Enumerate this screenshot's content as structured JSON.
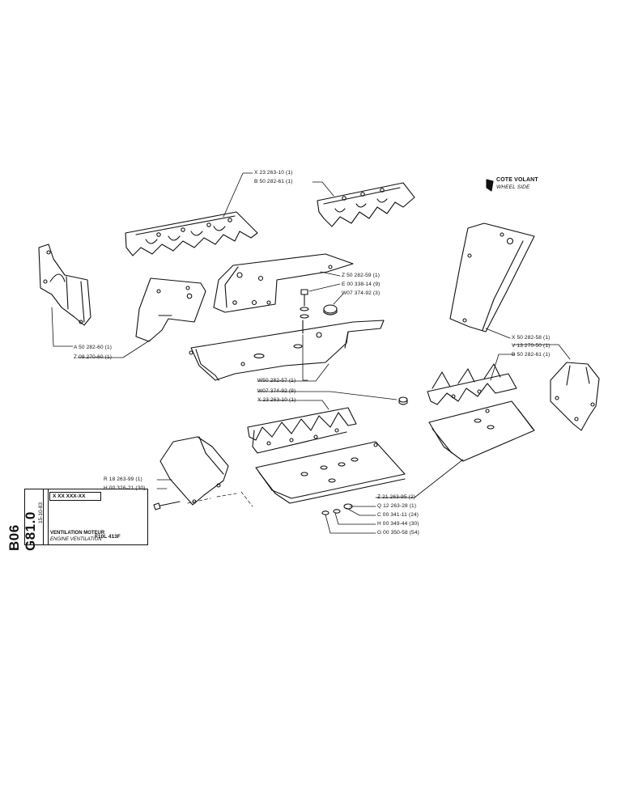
{
  "wheel_side": {
    "fr": "COTE VOLANT",
    "en": "WHEEL SIDE"
  },
  "title_block": {
    "page_code": "B06 G81.0",
    "date": "15-10-83",
    "part_code": "X XX XXX-XX",
    "title_fr": "VENTILATION MOTEUR",
    "title_en": "ENGINE VENTILATION",
    "model": "F10L 413F"
  },
  "callouts": {
    "x23_top": "X 23 263-10 (1)",
    "b50_top": "B 50 282-61 (1)",
    "z50": "Z 50 282-59 (1)",
    "e00": "E 00 338-14 (9)",
    "w07_top": "W07 374-92 (3)",
    "a50": "A 50 282-60 (1)",
    "z09": "Z 09 270-60 (1)",
    "x50": "X 50 282-58 (1)",
    "v13": "V 13 270-50 (1)",
    "b50_right": "B 50 282-61 (1)",
    "w50": "W50 282-57 (1)",
    "w07_mid": "W07 374-92 (9)",
    "x23_mid": "X 23 263-10 (1)",
    "r18": "R 18 263-99 (1)",
    "h00_326": "H 00 326-21 (30)",
    "z21": "Z 21 263-95 (2)",
    "q12": "Q 12 263-28 (1)",
    "c00": "C 00 341-11 (24)",
    "h00_349": "H 00 349-44 (30)",
    "g00": "G 00 350-58 (54)"
  }
}
